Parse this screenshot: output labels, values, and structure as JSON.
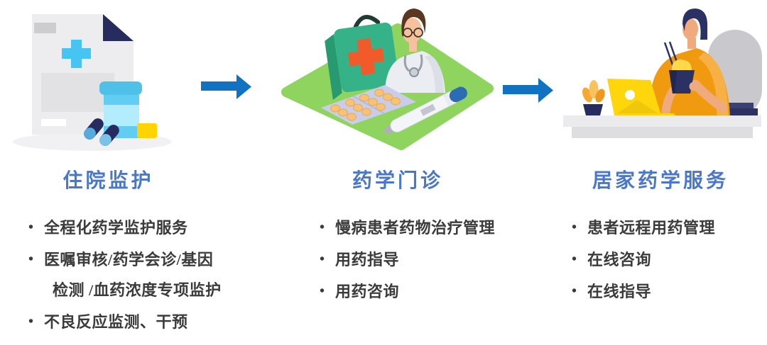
{
  "ui": {
    "bullet": "•"
  },
  "colors": {
    "background": "#ffffff",
    "title_blue": "#4a77c9",
    "body_text": "#3b3b3b",
    "arrow_blue": "#1272c2",
    "navy_accent": "#272c5e",
    "light_blue_accent": "#45c6f2",
    "green_accent": "#8ed45f",
    "orange_accent": "#f09a10",
    "yellow_accent": "#ffd401"
  },
  "flow": {
    "arrow_icons": [
      "right-arrow",
      "right-arrow"
    ]
  },
  "columns": [
    {
      "id": "inpatient",
      "title": "住院监护",
      "illustration": "medical-record-pill-bottle-capsules-illustration",
      "bullets": [
        {
          "lines": [
            "全程化药学监护服务"
          ]
        },
        {
          "lines": [
            "医嘱审核/药学会诊/基因",
            "检测 /血药浓度专项监护"
          ]
        },
        {
          "lines": [
            "不良反应监测、干预"
          ]
        }
      ]
    },
    {
      "id": "pharmacy-clinic",
      "title": "药学门诊",
      "illustration": "first-aid-kit-pharmacist-blister-pack-thermometer-illustration",
      "bullets": [
        {
          "lines": [
            "慢病患者药物治疗管理"
          ]
        },
        {
          "lines": [
            "用药指导"
          ]
        },
        {
          "lines": [
            "用药咨询"
          ]
        }
      ]
    },
    {
      "id": "home-pharmacy-service",
      "title": "居家药学服务",
      "illustration": "person-at-desk-laptop-takeout-illustration",
      "bullets": [
        {
          "lines": [
            "患者远程用药管理"
          ]
        },
        {
          "lines": [
            "在线咨询"
          ]
        },
        {
          "lines": [
            "在线指导"
          ]
        }
      ]
    }
  ]
}
